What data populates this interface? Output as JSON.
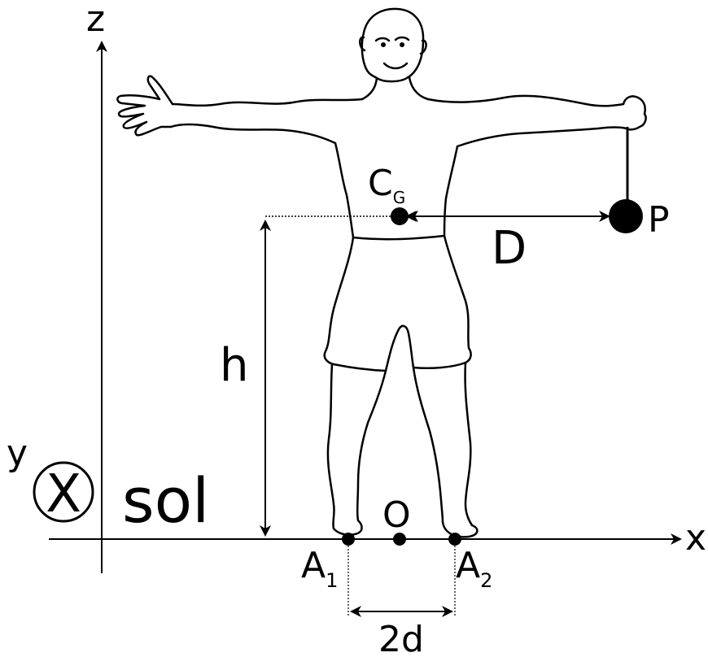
{
  "axes": {
    "z_label": "z",
    "x_label": "x",
    "y_label": "y",
    "y_direction_symbol": "X"
  },
  "ground": {
    "label": "sol"
  },
  "points": {
    "cg_main": "C",
    "cg_sub": "G",
    "weight": "P",
    "origin": "O",
    "a1_main": "A",
    "a1_sub": "1",
    "a2_main": "A",
    "a2_sub": "2"
  },
  "dimensions": {
    "height": "h",
    "distance": "D",
    "foot_spacing": "2d"
  },
  "colors": {
    "ink": "#000000",
    "background": "#ffffff"
  }
}
